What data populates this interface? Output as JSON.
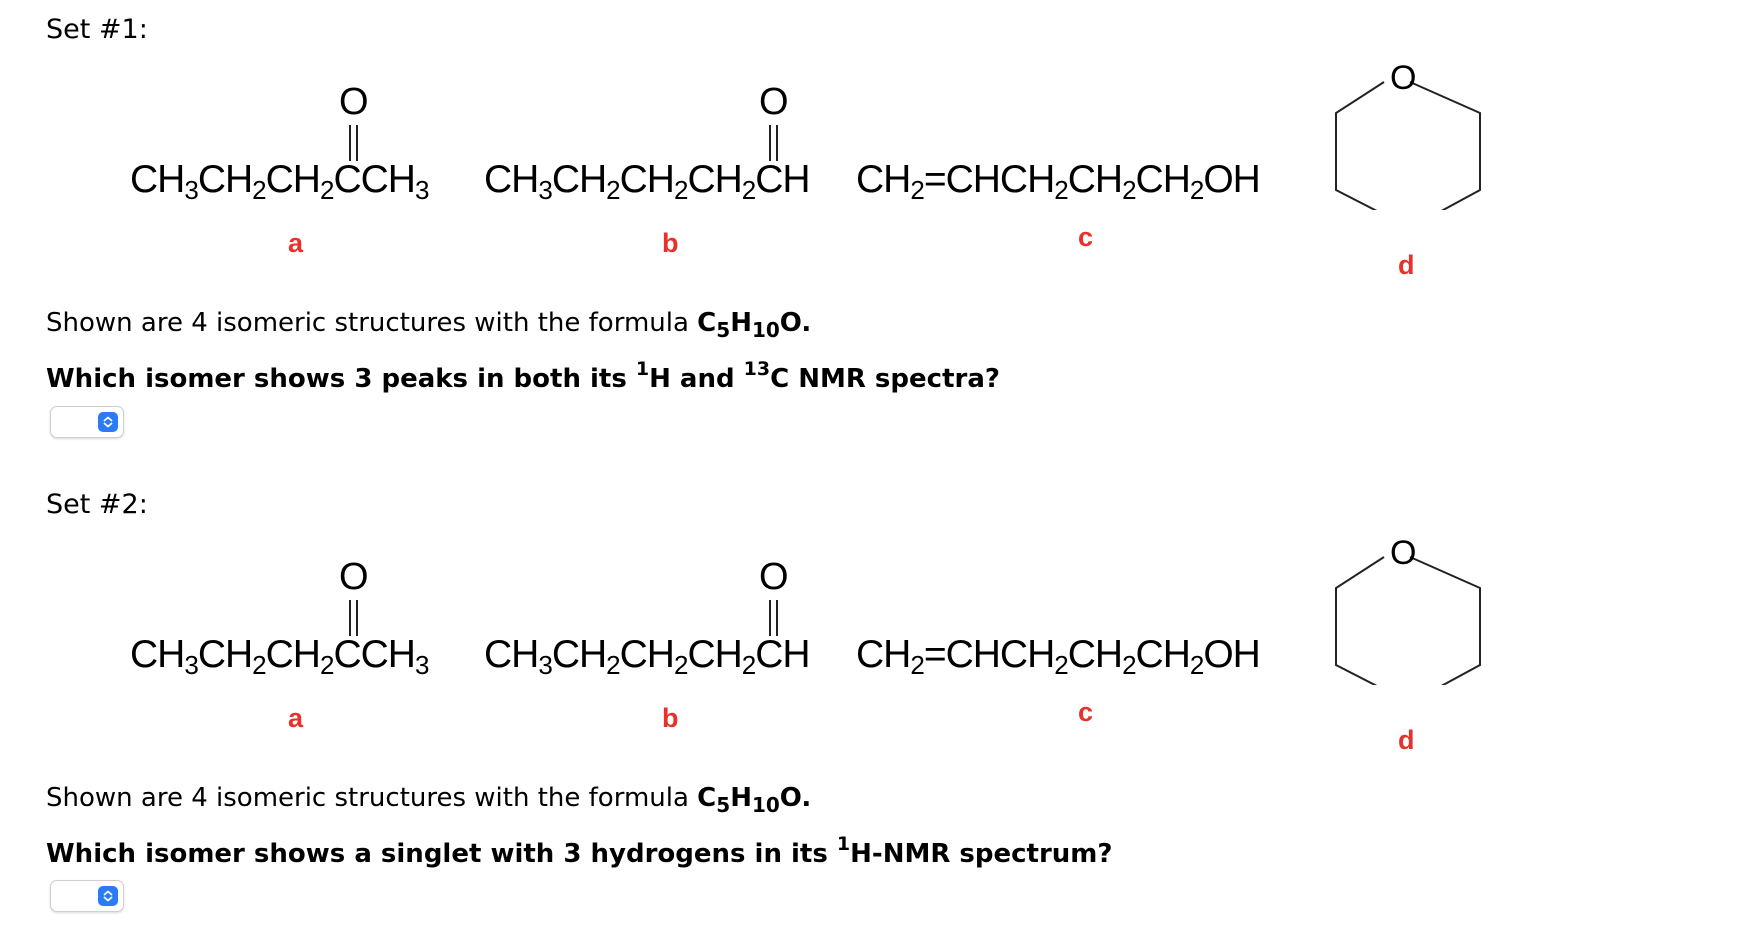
{
  "sets": [
    {
      "label": "Set #1:",
      "structures": {
        "a": {
          "prefix": "CH",
          "s1": "3",
          "p2": "CH",
          "s2": "2",
          "p3": "CH",
          "s3": "2",
          "p4": "CCH",
          "s4": "3",
          "carbonyl_o": "O",
          "letter": "a"
        },
        "b": {
          "prefix": "CH",
          "s1": "3",
          "p2": "CH",
          "s2": "2",
          "p3": "CH",
          "s3": "2",
          "p4": "CH",
          "s4": "2",
          "p5": "CH",
          "carbonyl_o": "O",
          "letter": "b"
        },
        "c": {
          "prefix": "CH",
          "s1": "2",
          "p2": "=CHCH",
          "s2": "2",
          "p3": "CH",
          "s3": "2",
          "p4": "CH",
          "s4": "2",
          "p5": "OH",
          "letter": "c"
        },
        "d": {
          "ring_o": "O",
          "letter": "d"
        }
      },
      "statement_text": "Shown are 4 isomeric structures with the formula ",
      "formula": {
        "c": "C",
        "c_n": "5",
        "h": "H",
        "h_n": "10",
        "o": "O",
        "end": "."
      },
      "question": {
        "part1": "Which isomer shows 3 peaks in both its ",
        "sup1": "1",
        "part2": "H and ",
        "sup2": "13",
        "part3": "C NMR spectra?"
      },
      "select_value": ""
    },
    {
      "label": "Set #2:",
      "structures": {
        "a": {
          "prefix": "CH",
          "s1": "3",
          "p2": "CH",
          "s2": "2",
          "p3": "CH",
          "s3": "2",
          "p4": "CCH",
          "s4": "3",
          "carbonyl_o": "O",
          "letter": "a"
        },
        "b": {
          "prefix": "CH",
          "s1": "3",
          "p2": "CH",
          "s2": "2",
          "p3": "CH",
          "s3": "2",
          "p4": "CH",
          "s4": "2",
          "p5": "CH",
          "carbonyl_o": "O",
          "letter": "b"
        },
        "c": {
          "prefix": "CH",
          "s1": "2",
          "p2": "=CHCH",
          "s2": "2",
          "p3": "CH",
          "s3": "2",
          "p4": "CH",
          "s4": "2",
          "p5": "OH",
          "letter": "c"
        },
        "d": {
          "ring_o": "O",
          "letter": "d"
        }
      },
      "statement_text": "Shown are 4 isomeric structures with the formula ",
      "formula": {
        "c": "C",
        "c_n": "5",
        "h": "H",
        "h_n": "10",
        "o": "O",
        "end": "."
      },
      "question": {
        "part1": "Which isomer shows a singlet with 3 hydrogens in its ",
        "sup1": "1",
        "part2": "H-NMR spectrum?"
      },
      "select_value": ""
    }
  ],
  "colors": {
    "isomer_letter": "#e8312b",
    "select_accent": "#2b7bf6"
  }
}
